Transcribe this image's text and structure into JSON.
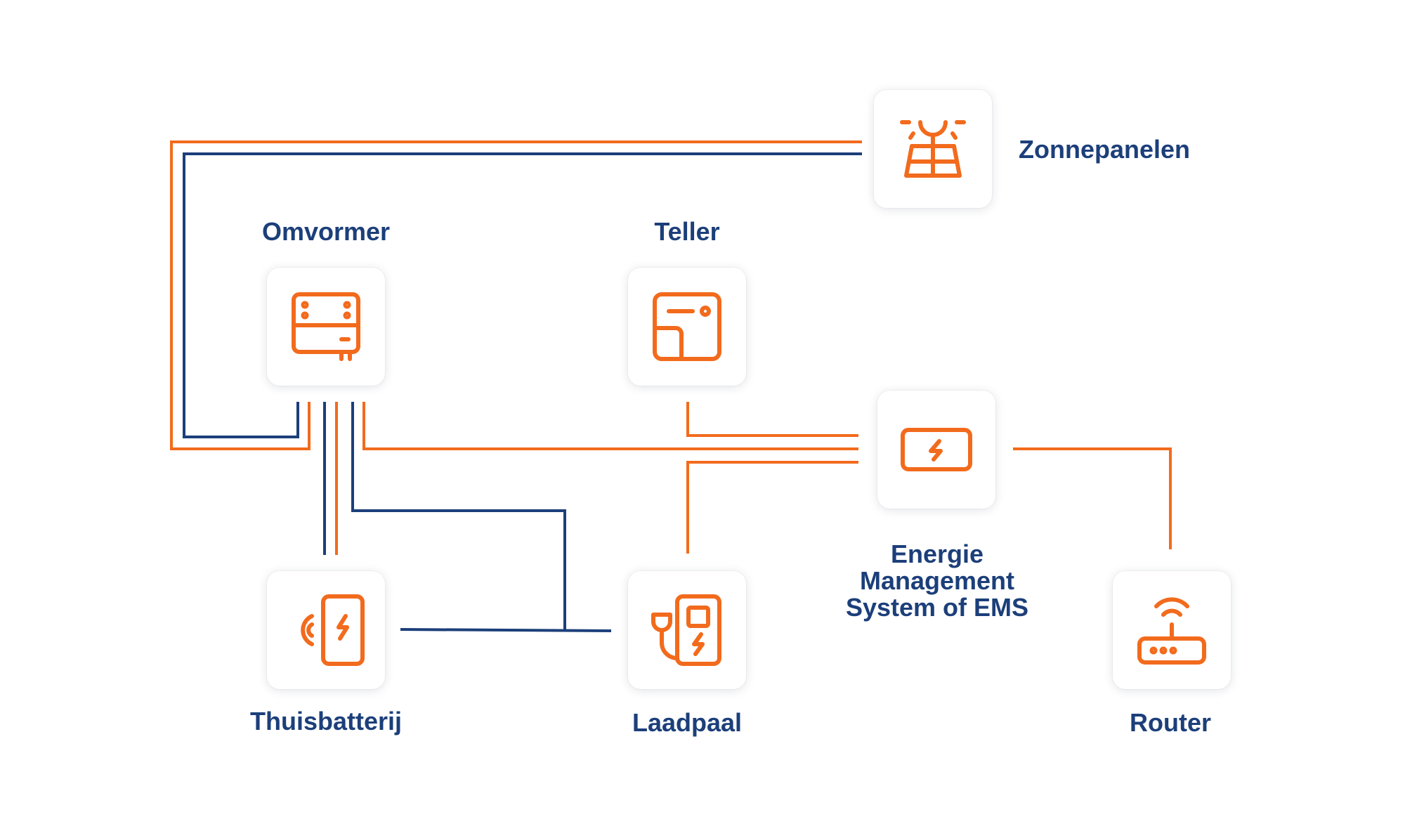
{
  "colors": {
    "orange": "#f26b1d",
    "navy": "#1c3f7a",
    "label": "#1c3f7a"
  },
  "nodes": {
    "zonnepanelen": {
      "label": "Zonnepanelen",
      "icon": "solar-panel-icon"
    },
    "omvormer": {
      "label": "Omvormer",
      "icon": "inverter-icon"
    },
    "teller": {
      "label": "Teller",
      "icon": "meter-icon"
    },
    "ems": {
      "label_lines": [
        "Energie",
        "Management",
        "System of EMS"
      ],
      "icon": "battery-charge-icon"
    },
    "thuisbatterij": {
      "label": "Thuisbatterij",
      "icon": "home-battery-icon"
    },
    "laadpaal": {
      "label": "Laadpaal",
      "icon": "ev-charger-icon"
    },
    "router": {
      "label": "Router",
      "icon": "router-icon"
    }
  }
}
